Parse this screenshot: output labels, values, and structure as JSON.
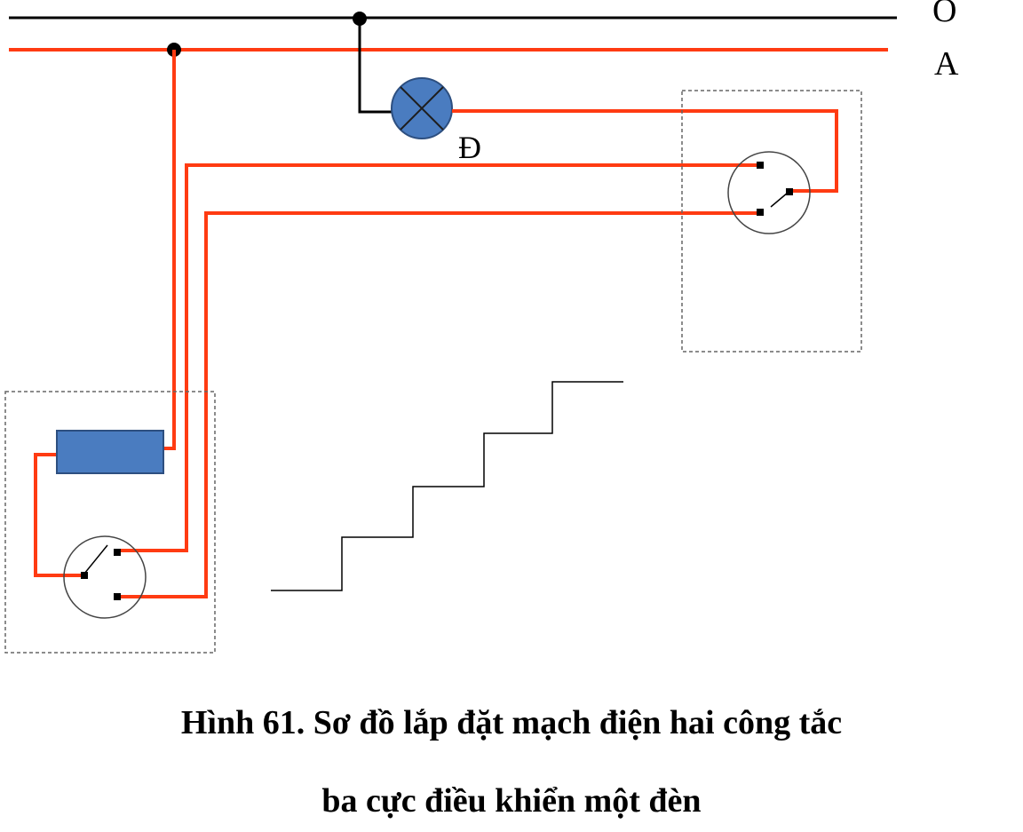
{
  "labels": {
    "neutral_line": "O",
    "phase_line": "A",
    "lamp": "Đ"
  },
  "caption": {
    "line1": "Hình 61. Sơ đồ lắp đặt mạch điện hai công tắc",
    "line2": "ba cực điều khiển một đèn"
  },
  "colors": {
    "live_wire": "#ff3b12",
    "neutral_wire": "#000000",
    "lamp_fill": "#4a7cc0",
    "fuse_fill": "#4a7cc0",
    "dashed_box": "#666666"
  },
  "icons": {
    "lamp": "lamp-icon",
    "fuse": "fuse-icon",
    "switch_bottom": "three-way-switch-icon",
    "switch_top": "three-way-switch-icon",
    "stairs": "staircase-icon"
  }
}
